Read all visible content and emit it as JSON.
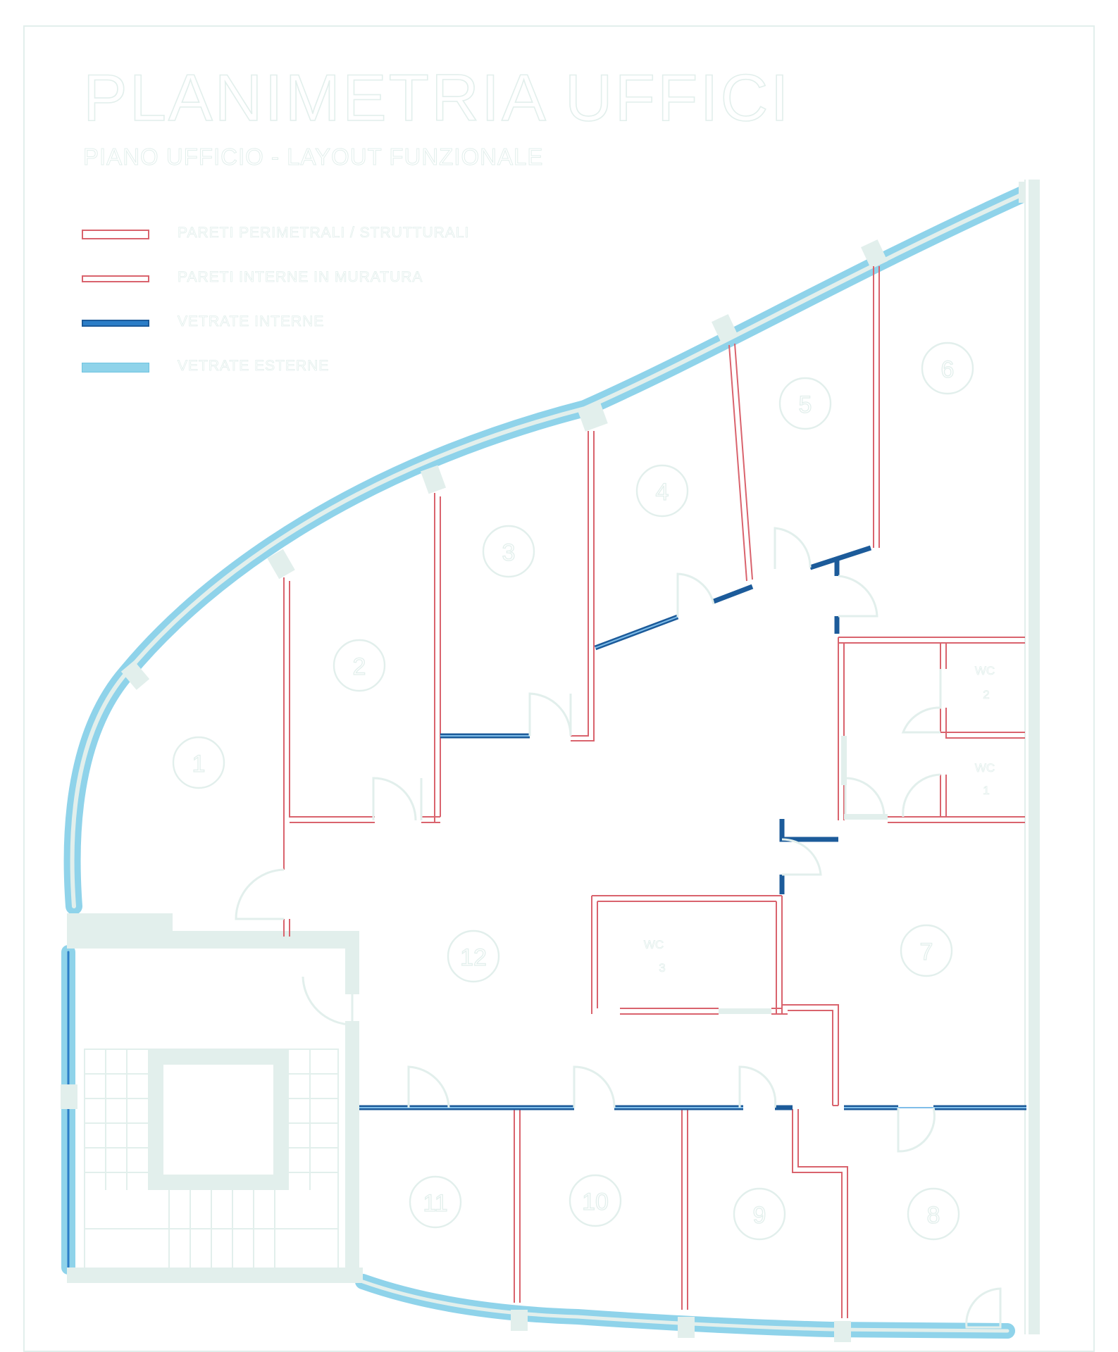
{
  "header": {
    "title": "PLANIMETRIA UFFICI",
    "subtitle": "PIANO UFFICIO - LAYOUT FUNZIONALE"
  },
  "legend": [
    {
      "key": "perimeter-walls",
      "label": "PARETI PERIMETRALI / STRUTTURALI"
    },
    {
      "key": "inner-walls",
      "label": "PARETI INTERNE IN MURATURA"
    },
    {
      "key": "inner-glazing",
      "label": "VETRATE INTERNE"
    },
    {
      "key": "outer-glazing",
      "label": "VETRATE ESTERNE"
    }
  ],
  "rooms": [
    {
      "label": "1"
    },
    {
      "label": "2"
    },
    {
      "label": "3"
    },
    {
      "label": "4"
    },
    {
      "label": "5"
    },
    {
      "label": "6"
    },
    {
      "label": "7"
    },
    {
      "label": "8"
    },
    {
      "label": "9"
    },
    {
      "label": "10"
    },
    {
      "label": "11"
    },
    {
      "label": "12"
    }
  ],
  "wc": [
    {
      "label": "WC",
      "number": "1"
    },
    {
      "label": "WC",
      "number": "2"
    },
    {
      "label": "WC",
      "number": "3"
    }
  ],
  "colors": {
    "wall_red": "#d9636d",
    "inner_glass": "#2b7dc7",
    "outer_glass": "#8fd3ea",
    "structure": "#e2efec"
  }
}
